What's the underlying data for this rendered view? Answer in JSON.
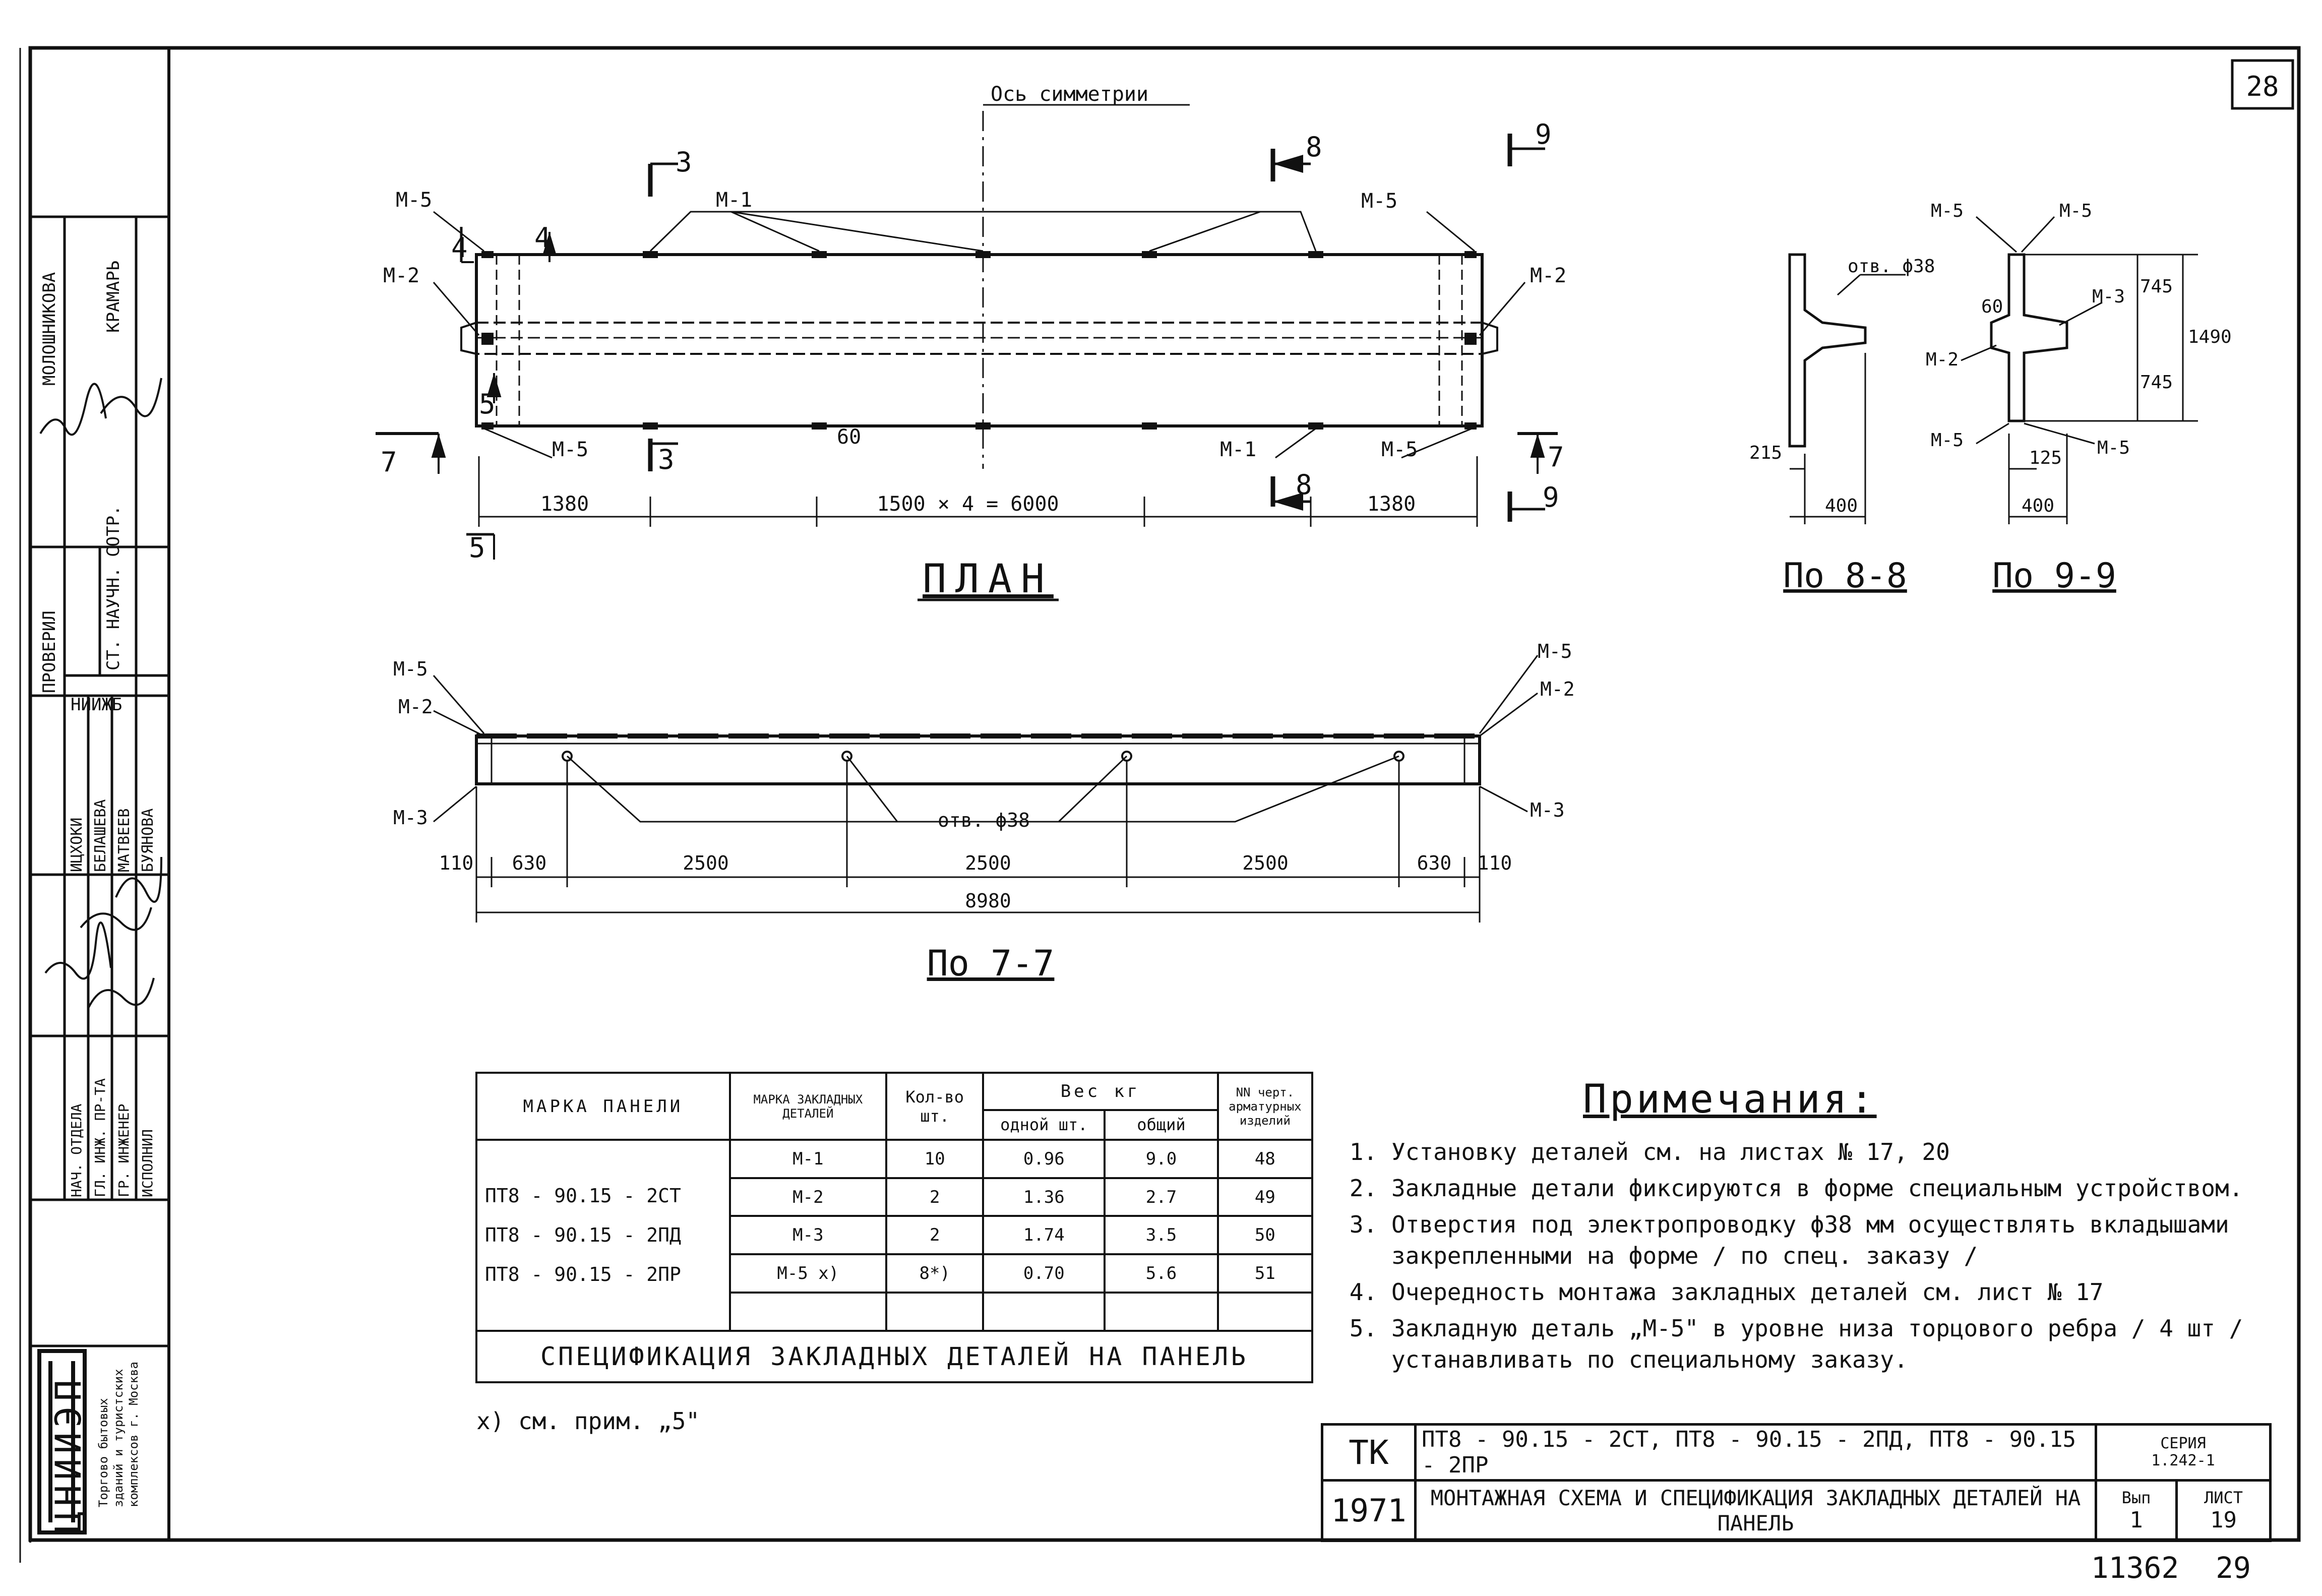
{
  "page": {
    "sheet_corner": "28",
    "archive_number": "11362",
    "page_number": "29"
  },
  "plan": {
    "title": "ПЛАН",
    "symmetry_axis": "Ось симметрии",
    "labels": {
      "m1": "М-1",
      "m2": "М-2",
      "m5": "М-5"
    },
    "section_marks": {
      "s3": "3",
      "s4": "4",
      "s5": "5",
      "s7": "7",
      "s8": "8",
      "s9": "9"
    },
    "dim_60": "60",
    "dims": {
      "left": "1380",
      "middle": "1500 × 4 = 6000",
      "right": "1380"
    }
  },
  "section77": {
    "title": "По 7-7",
    "labels": {
      "m2": "М-2",
      "m3": "М-3",
      "m5": "М-5"
    },
    "hole_label": "отв. ϕ38",
    "dims": {
      "end": "110",
      "side": "630",
      "span": "2500",
      "total": "8980"
    }
  },
  "section88": {
    "title": "По 8-8",
    "hole_label": "отв. ϕ38",
    "dim_215": "215",
    "dim_400": "400"
  },
  "section99": {
    "title": "По 9-9",
    "labels": {
      "m2": "М-2",
      "m3": "М-3",
      "m5": "М-5"
    },
    "dims": {
      "d60": "60",
      "d745": "745",
      "d1490": "1490",
      "d125": "125",
      "d400": "400"
    }
  },
  "spec_table": {
    "headers": {
      "panel": "МАРКА ПАНЕЛИ",
      "details": "МАРКА ЗАКЛАДНЫХ ДЕТАЛЕЙ",
      "qty": "Кол-во шт.",
      "weight": "Вес кг",
      "weight_one": "одной шт.",
      "weight_total": "общий",
      "drawings": "NN черт. арматурных изделий"
    },
    "panels": [
      "ПТ8 - 90.15 - 2СТ",
      "ПТ8 - 90.15 - 2ПД",
      "ПТ8 - 90.15 - 2ПР"
    ],
    "rows": [
      {
        "mark": "М-1",
        "qty": "10",
        "one": "0.96",
        "total": "9.0",
        "dwg": "48"
      },
      {
        "mark": "М-2",
        "qty": "2",
        "one": "1.36",
        "total": "2.7",
        "dwg": "49"
      },
      {
        "mark": "М-3",
        "qty": "2",
        "one": "1.74",
        "total": "3.5",
        "dwg": "50"
      },
      {
        "mark": "М-5 х)",
        "qty": "8*)",
        "one": "0.70",
        "total": "5.6",
        "dwg": "51"
      }
    ],
    "caption": "СПЕЦИФИКАЦИЯ ЗАКЛАДНЫХ ДЕТАЛЕЙ НА ПАНЕЛЬ",
    "footnote": "х) см. прим. „5\""
  },
  "notes": {
    "title": "Примечания:",
    "items": [
      "Установку деталей см. на листах № 17, 20",
      "Закладные детали фиксируются в форме специальным устройством.",
      "Отверстия под электропроводку ϕ38 мм осуществлять вкладышами закрепленными на форме / по спец. заказу /",
      "Очередность монтажа закладных деталей см. лист № 17",
      "Закладную деталь „М-5\" в уровне низа торцового ребра / 4 шт / устанавливать по специальному заказу."
    ]
  },
  "title_block": {
    "tk": "ТК",
    "year": "1971",
    "marks": "ПТ8 - 90.15 - 2СТ, ПТ8 - 90.15 - 2ПД, ПТ8 - 90.15 - 2ПР",
    "description": "МОНТАЖНАЯ СХЕМА И СПЕЦИФИКАЦИЯ ЗАКЛАДНЫХ ДЕТАЛЕЙ НА ПАНЕЛЬ",
    "series_label": "СЕРИЯ",
    "series": "1.242-1",
    "vyp_label": "Вып",
    "vyp": "1",
    "sheet_label": "ЛИСТ",
    "sheet": "19"
  },
  "sidebar": {
    "org": "ЦНИИЭП",
    "org_full": "Торгово бытовых зданий и туристских комплексов г. Москва",
    "roles": [
      "НАЧ. ОТДЕЛА",
      "ГЛ. ИНЖ. ПР-ТА",
      "ГР. ИНЖЕНЕР",
      "ИСПОЛНИЛ"
    ],
    "names": [
      "ИЦХОКИ",
      "БЕЛАШЕВА",
      "МАТВЕЕВ",
      "БУЯНОВА"
    ],
    "nii": "НИИЖБ",
    "checked": "ПРОВЕРИЛ",
    "sci": "СТ. НАУЧН. СОТР.",
    "names2": [
      "МОЛОШНИКОВА",
      "КРАМАРЬ"
    ]
  }
}
